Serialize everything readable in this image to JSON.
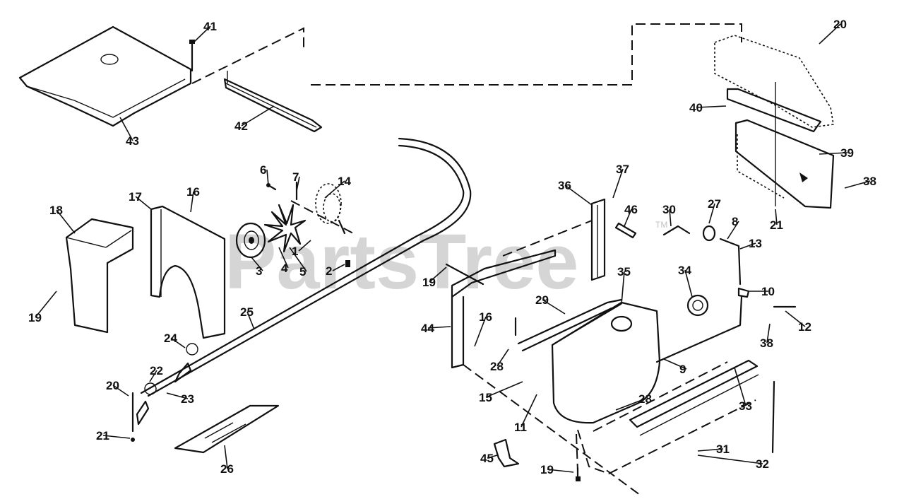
{
  "watermark": {
    "text": "PartsTree",
    "trademark": "TM"
  },
  "callouts": [
    {
      "id": "c1",
      "label": "1"
    },
    {
      "id": "c2",
      "label": "2"
    },
    {
      "id": "c3",
      "label": "3"
    },
    {
      "id": "c4",
      "label": "4"
    },
    {
      "id": "c5",
      "label": "5"
    },
    {
      "id": "c6",
      "label": "6"
    },
    {
      "id": "c7",
      "label": "7"
    },
    {
      "id": "c8",
      "label": "8"
    },
    {
      "id": "c9",
      "label": "9"
    },
    {
      "id": "c10",
      "label": "10"
    },
    {
      "id": "c11",
      "label": "11"
    },
    {
      "id": "c12",
      "label": "12"
    },
    {
      "id": "c13",
      "label": "13"
    },
    {
      "id": "c14",
      "label": "14"
    },
    {
      "id": "c15",
      "label": "15"
    },
    {
      "id": "c16a",
      "label": "16"
    },
    {
      "id": "c16b",
      "label": "16"
    },
    {
      "id": "c17",
      "label": "17"
    },
    {
      "id": "c18",
      "label": "18"
    },
    {
      "id": "c19a",
      "label": "19"
    },
    {
      "id": "c19b",
      "label": "19"
    },
    {
      "id": "c19c",
      "label": "19"
    },
    {
      "id": "c20a",
      "label": "20"
    },
    {
      "id": "c20b",
      "label": "20"
    },
    {
      "id": "c21a",
      "label": "21"
    },
    {
      "id": "c21b",
      "label": "21"
    },
    {
      "id": "c22",
      "label": "22"
    },
    {
      "id": "c23",
      "label": "23"
    },
    {
      "id": "c24",
      "label": "24"
    },
    {
      "id": "c25",
      "label": "25"
    },
    {
      "id": "c26",
      "label": "26"
    },
    {
      "id": "c27",
      "label": "27"
    },
    {
      "id": "c28a",
      "label": "28"
    },
    {
      "id": "c28b",
      "label": "28"
    },
    {
      "id": "c29",
      "label": "29"
    },
    {
      "id": "c30",
      "label": "30"
    },
    {
      "id": "c31",
      "label": "31"
    },
    {
      "id": "c32",
      "label": "32"
    },
    {
      "id": "c33",
      "label": "33"
    },
    {
      "id": "c34",
      "label": "34"
    },
    {
      "id": "c35",
      "label": "35"
    },
    {
      "id": "c36",
      "label": "36"
    },
    {
      "id": "c37",
      "label": "37"
    },
    {
      "id": "c38a",
      "label": "38"
    },
    {
      "id": "c38b",
      "label": "38"
    },
    {
      "id": "c39",
      "label": "39"
    },
    {
      "id": "c40",
      "label": "40"
    },
    {
      "id": "c41",
      "label": "41"
    },
    {
      "id": "c42",
      "label": "42"
    },
    {
      "id": "c43",
      "label": "43"
    },
    {
      "id": "c44",
      "label": "44"
    },
    {
      "id": "c45",
      "label": "45"
    },
    {
      "id": "c46",
      "label": "46"
    }
  ]
}
